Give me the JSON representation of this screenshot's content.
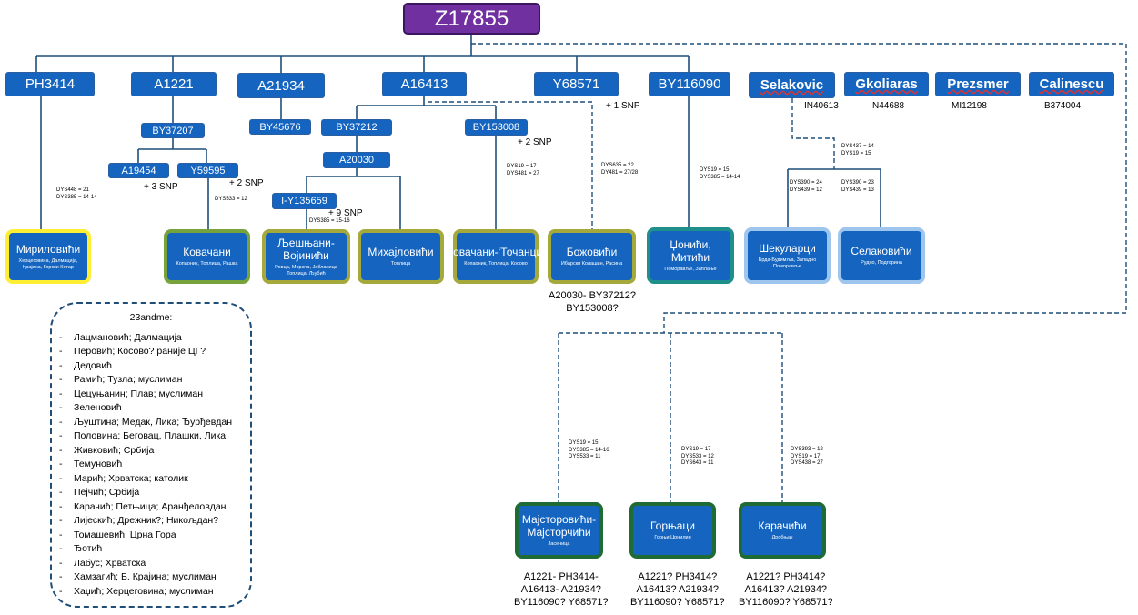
{
  "root": "Z17855",
  "top": [
    "PH3414",
    "A1221",
    "A21934",
    "A16413",
    "Y68571",
    "BY116090",
    "Selakovic",
    "Gkoliaras",
    "Prezsmer",
    "Calinescu"
  ],
  "tags": {
    "selakovic": "IN40613",
    "gkoliaras": "N44688",
    "prezsmer": "MI12198",
    "calinescu": "B374004"
  },
  "mid": {
    "by37207": "BY37207",
    "a19454": "A19454",
    "y59595": "Y59595",
    "by45676": "BY45676",
    "by37212": "BY37212",
    "a20030": "A20030",
    "i_y135659": "I-Y135659",
    "by153008": "BY153008"
  },
  "snp": {
    "y68571": "+ 1 SNP",
    "by153008": "+ 2 SNP",
    "a19454": "+ 3 SNP",
    "y59595": "+ 2 SNP",
    "i_y135659": "+ 9 SNP"
  },
  "str": {
    "mirilovici": [
      "DYS448 = 21",
      "DYS385 = 14-14"
    ],
    "kovacani": [
      "DYS533 = 12"
    ],
    "ljesnjani": [
      "DYS385 = 15-16"
    ],
    "tocanci": [
      "DYS19 = 17",
      "DYS481 = 27"
    ],
    "bozovici": [
      "DYS635 = 22",
      "DY481 = 27/28"
    ],
    "conici": [
      "DYS19 = 15",
      "DYS385 = 14-14"
    ],
    "selak_top": [
      "DYS437 = 14",
      "DYS19 = 15"
    ],
    "sekularci": [
      "DYS390 = 24",
      "DYS439 = 12"
    ],
    "selakovici": [
      "DYS390 = 23",
      "DYS439 = 13"
    ],
    "majstorovici": [
      "DYS19 = 15",
      "DYS385 = 14-16",
      "DYS533 = 11"
    ],
    "gornjaci": [
      "DYS19 = 17",
      "DYS533 = 12",
      "DYS643 = 11"
    ],
    "karacici": [
      "DYS393 = 12",
      "DYS19 = 17",
      "DYS438 = 27"
    ]
  },
  "leaves": {
    "mirilovici": {
      "name": "Мириловићи",
      "sub": "Херцеговина, Далмација, Крајина, Горски Котар"
    },
    "kovacani": {
      "name": "Ковачани",
      "sub": "Копаоник, Топлица, Рашка"
    },
    "ljesnjani": {
      "name": "Љешњани-Војинићи",
      "sub": "Ровца, Морача, Јабланица Топлица, Љубић"
    },
    "mihajlovici": {
      "name": "Михајловићи",
      "sub": "Топлица"
    },
    "tocanci": {
      "name": "Ковачани-‘Точанци’",
      "sub": "Копаоник, Топлица, Косово"
    },
    "bozovici": {
      "name": "Божовићи",
      "sub": "Ибарски Колашин, Расина"
    },
    "conici": {
      "name": "Џонићи, Митићи",
      "sub": "Поморавље, Заплање"
    },
    "sekularci": {
      "name": "Шекуларци",
      "sub": "Брда-Будимља, Западно Поморавље"
    },
    "selakovici": {
      "name": "Селаковићи",
      "sub": "Рудно, Подгорина"
    },
    "majstorovici": {
      "name": "Мајсторовићи-Мајсторчићи",
      "sub": "Јасеница"
    },
    "gornjaci": {
      "name": "Горњаци",
      "sub": "Горњи Црнилин"
    },
    "karacici": {
      "name": "Карачићи",
      "sub": "Дробњак"
    }
  },
  "notes": {
    "bozovici": [
      "A20030-  BY37212?",
      "BY153008?"
    ],
    "majstorovici": [
      "A1221-  PH3414-",
      "A16413-  A21934?",
      "BY116090?  Y68571?"
    ],
    "gornjaci": [
      "A1221?  PH3414?",
      "A16413?  A21934?",
      "BY116090?  Y68571?"
    ],
    "karacici": [
      "A1221?  PH3414?",
      "A16413?  A21934?",
      "BY116090?  Y68571?"
    ]
  },
  "list": {
    "title": "23andme:",
    "items": [
      "Лацмановић; Далмација",
      "Перовић; Косово? раније ЦГ?",
      "Дедовић",
      "Рамић; Тузла; муслиман",
      "Цецуњанин; Плав; муслиман",
      "Зеленовић",
      "Љуштина;  Медак, Лика; Ђурђевдан",
      "Половина; Беговац, Плашки, Лика",
      "Живковић; Србија",
      "Темуновић",
      "Марић; Хрватска; католик",
      "Пејчић; Србија",
      "Карачић; Петњица; Аранђеловдан",
      "Лијескић;  Дрежник?; Никољдан?",
      "Томашевић; Црна Гора",
      "Ђотић",
      "Лабус; Хрватска",
      "Хамзагић; Б. Крајина; муслиман",
      "Хаџић; Херцеговина; муслиман"
    ]
  },
  "colors": {
    "node": "#1565c0",
    "root": "#7030a0",
    "line": "#1f4e79",
    "yellow": "#ffee33",
    "green": "#77a33d",
    "olive": "#a5a83a",
    "teal": "#1e8f8a",
    "light": "#9ec5ee",
    "darkgreen": "#1e6b35"
  }
}
